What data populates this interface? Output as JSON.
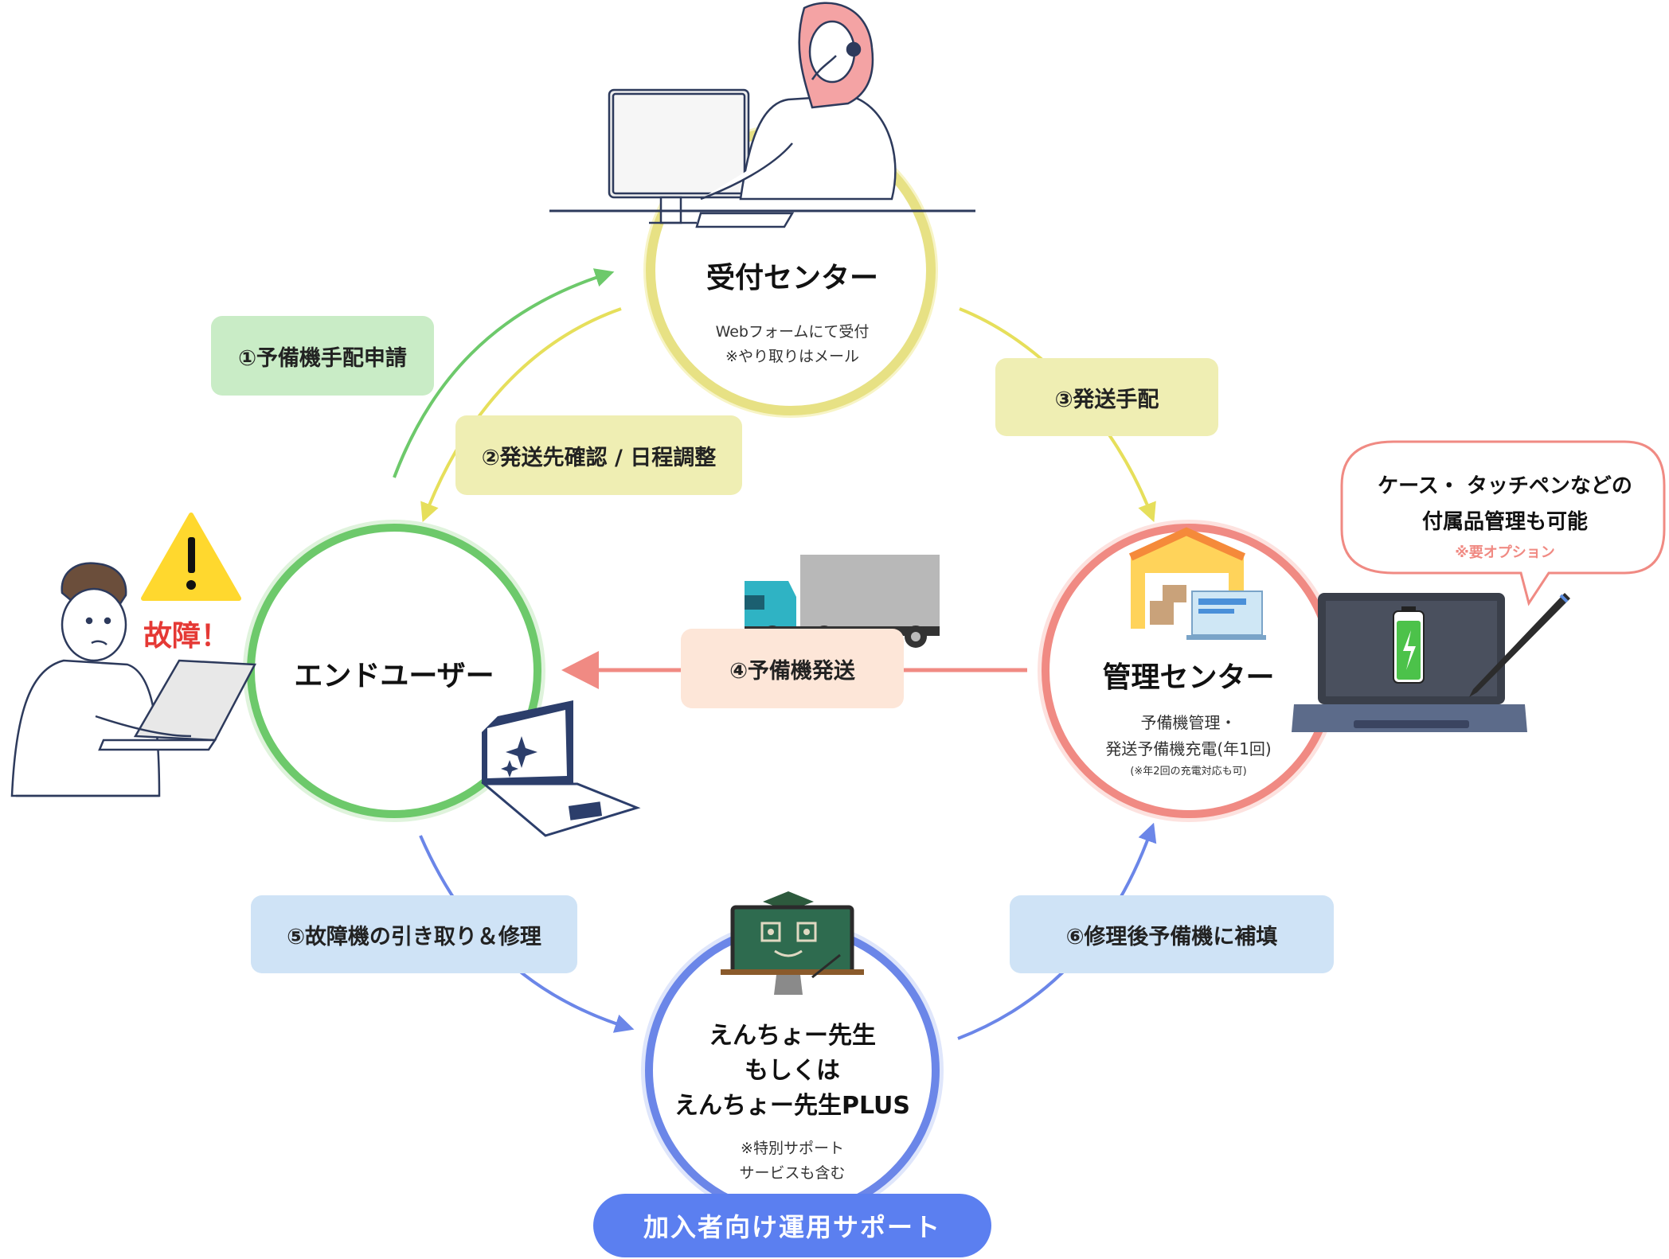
{
  "centers": {
    "reception": {
      "title": "受付センター",
      "lines": [
        "Webフォームにて受付",
        "※やり取りはメール"
      ]
    },
    "end_user": {
      "title": "エンドユーザー"
    },
    "management": {
      "title": "管理センター",
      "lines": [
        "予備機管理・",
        "発送予備機充電(年1回)"
      ],
      "note": "(※年2回の充電対応も可)"
    },
    "enchou": {
      "title_lines": [
        "えんちょー先生",
        "もしくは",
        "えんちょー先生PLUS"
      ],
      "lines": [
        "※特別サポート",
        "サービスも含む"
      ]
    }
  },
  "steps": {
    "s1": "①予備機手配申請",
    "s2": "②発送先確認 / 日程調整",
    "s3": "③発送手配",
    "s4": "④予備機発送",
    "s5": "⑤故障機の引き取り＆修理",
    "s6": "⑥修理後予備機に補填"
  },
  "failure_label": "故障！",
  "bubble": {
    "line1": "ケース・ タッチペンなどの",
    "line2": "付属品管理も可能",
    "note": "※要オプション"
  },
  "footer_badge": "加入者向け運用サポート",
  "colors": {
    "green": "#6dc96b",
    "yellow": "#e8e28c",
    "red": "#f08a83",
    "blue": "#6b86e8",
    "green_pill": "#c9ecc6",
    "yellow_pill": "#efeeb3",
    "peach_pill": "#fde6d8",
    "blue_pill": "#cfe3f6",
    "alert_red": "#e53935"
  }
}
